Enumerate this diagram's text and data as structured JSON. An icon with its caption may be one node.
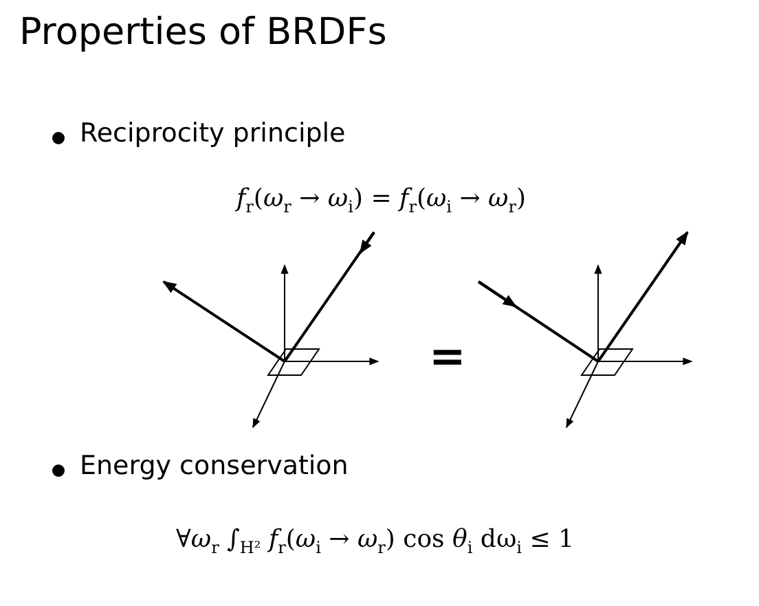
{
  "diagram": {
    "title": "Properties of BRDFs",
    "labels": [
      "Reciprocity principle",
      "*f*$_{r}$(*ω*$_{r}$ → *ω*$_{i}$) = *f*$_{r}$(*ω*$_{i}$ → *ω*$_{r}$)",
      "=",
      "Energy conservation",
      "∀*ω*$_{r}$ ∫$_{H²}$ *f*$_{r}$(*ω*$_{i}$ → *ω*$_{r}$) cos *θ*$_{i}$ dω$_{i}$ ≤ 1"
    ]
  }
}
